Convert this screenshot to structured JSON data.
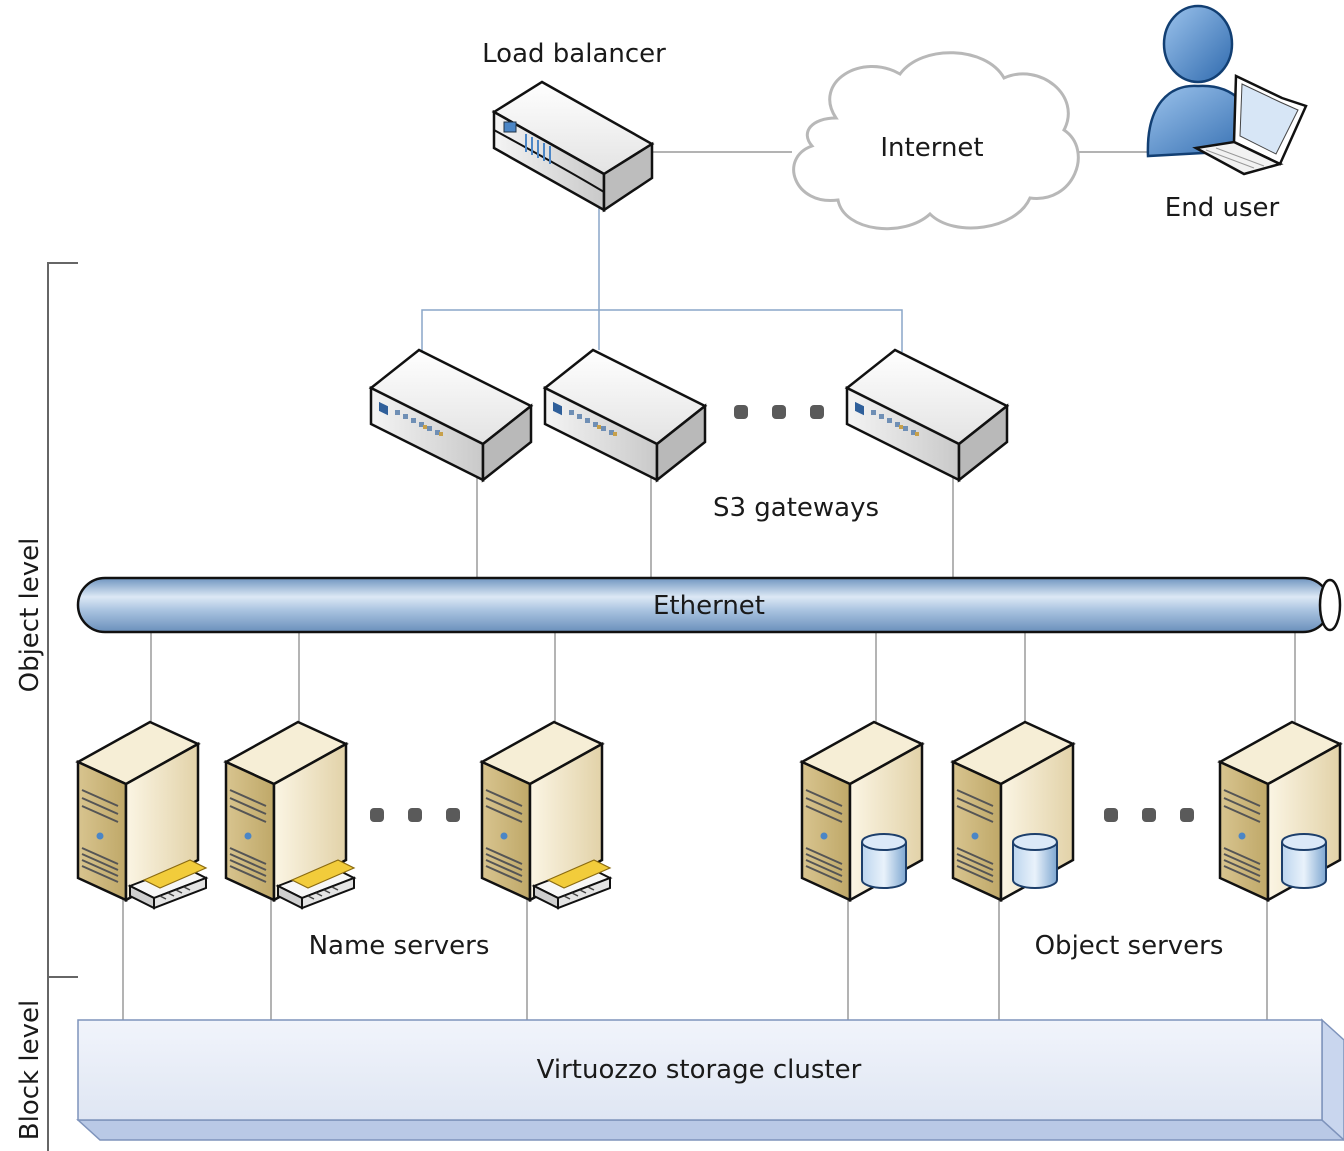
{
  "labels": {
    "load_balancer": "Load balancer",
    "internet": "Internet",
    "end_user": "End user",
    "s3_gateways": "S3 gateways",
    "ethernet": "Ethernet",
    "name_servers": "Name servers",
    "object_servers": "Object servers",
    "storage_cluster": "Virtuozzo storage cluster",
    "object_level": "Object level",
    "block_level": "Block level"
  },
  "icons": {
    "load_balancer": "load-balancer-icon",
    "internet": "cloud-icon",
    "end_user": "user-with-laptop-icon",
    "gateway": "rack-server-icon",
    "name_server": "tower-server-with-disk-icon",
    "object_server": "tower-server-with-database-icon",
    "ellipsis": "ellipsis-icon"
  },
  "colors": {
    "ethernet_tube": "#9fbede",
    "cluster_box": "#e6ecf7",
    "server_beige": "#e9dcbc",
    "database_blue": "#8fb6dc",
    "user_blue": "#4a84c4"
  }
}
